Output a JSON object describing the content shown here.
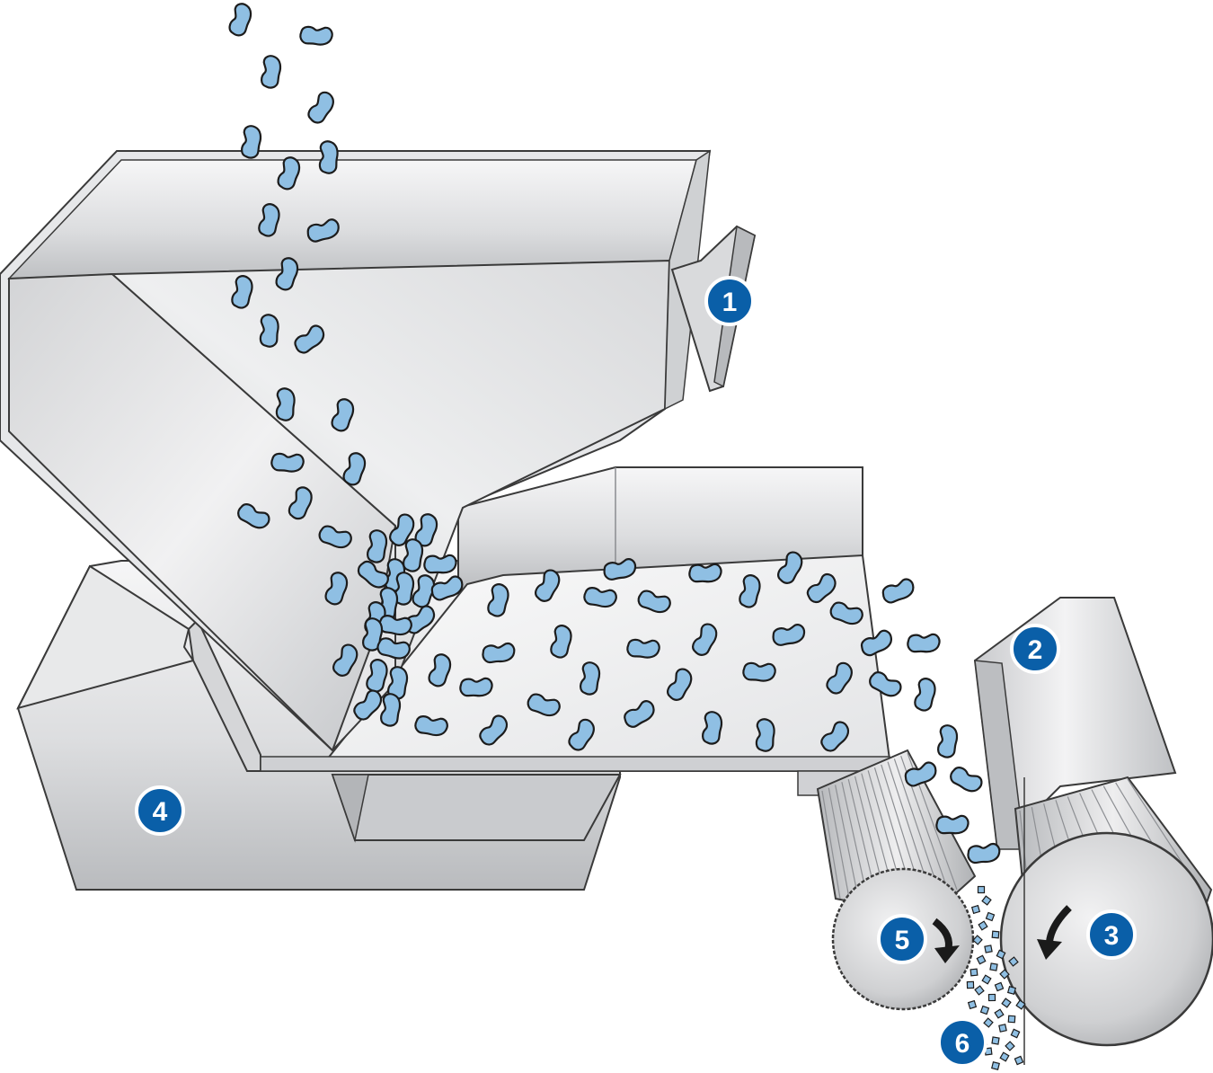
{
  "diagram": {
    "colors": {
      "bean_fill": "#8fbfe3",
      "bean_stroke": "#1c1c1c",
      "badge_fill": "#0a5fa8",
      "badge_ring": "#ffffff",
      "metal_light": "#f4f4f5",
      "metal_mid": "#d6d7d9",
      "metal_dark": "#a9abae",
      "outline": "#3a3a3a",
      "arrow": "#1a1a1a"
    },
    "callouts": [
      {
        "id": "1",
        "label": "1"
      },
      {
        "id": "2",
        "label": "2"
      },
      {
        "id": "3",
        "label": "3"
      },
      {
        "id": "4",
        "label": "4"
      },
      {
        "id": "5",
        "label": "5"
      },
      {
        "id": "6",
        "label": "6"
      }
    ],
    "icons": {
      "roller_left_rotation": "rotation-arrow-clockwise-icon",
      "roller_right_rotation": "rotation-arrow-counterclockwise-icon"
    }
  }
}
